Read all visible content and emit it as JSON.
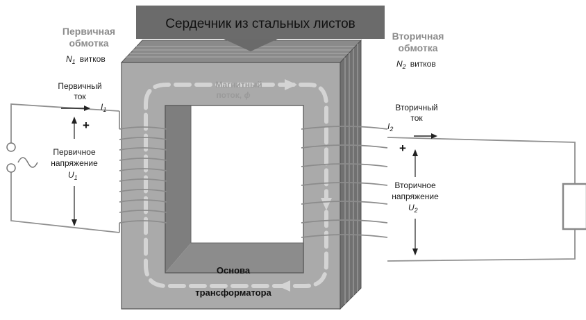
{
  "title": "Сердечник из стальных листов",
  "primary_winding": {
    "line1": "Первичная",
    "line2": "обмотка",
    "turns_symbol": "N",
    "turns_sub": "1",
    "turns_word": "витков"
  },
  "secondary_winding": {
    "line1": "Вторичная",
    "line2": "обмотка",
    "turns_symbol": "N",
    "turns_sub": "2",
    "turns_word": "витков"
  },
  "primary_current": {
    "line1": "Первичный",
    "line2": "ток",
    "symbol": "I",
    "sub": "1"
  },
  "secondary_current": {
    "line1": "Вторичный",
    "line2": "ток",
    "symbol": "I",
    "sub": "2"
  },
  "primary_voltage": {
    "line1": "Первичное",
    "line2": "напряжение",
    "symbol": "U",
    "sub": "1",
    "polarity": "+"
  },
  "secondary_voltage": {
    "line1": "Вторичное",
    "line2": "напряжение",
    "symbol": "U",
    "sub": "2",
    "polarity": "+"
  },
  "flux": {
    "line1": "Магнитный",
    "line2": "поток, ",
    "symbol": "ϕ"
  },
  "base": {
    "line1": "Основа",
    "line2": "трансформатора"
  },
  "colors": {
    "core_face": "#a9a9a9",
    "core_top": "#888888",
    "core_side": "#6f6f6f",
    "window_shade": "#7c7c7c",
    "wire": "#8f8f8f",
    "flux_path": "#cfcfcf",
    "title_box": "#6a6a6a",
    "label_gray": "#8c8c8c"
  }
}
